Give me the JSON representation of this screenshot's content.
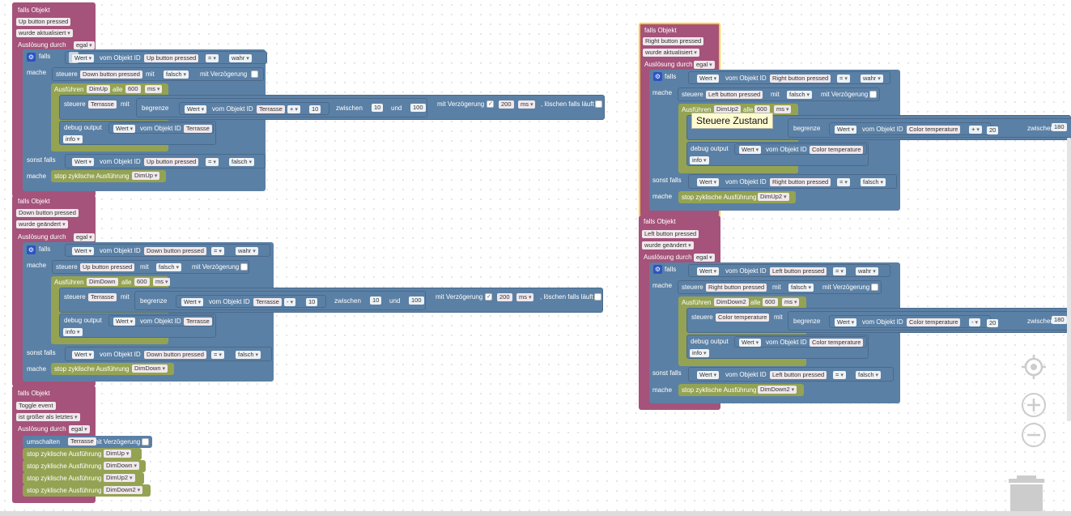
{
  "b1": {
    "title": "falls Objekt",
    "obj": "Up button pressed",
    "mode": "wurde aktualisiert",
    "trig_label": "Auslösung durch",
    "trig": "egal",
    "if_label": "falls",
    "if_wert": "Wert",
    "if_vom": "vom Objekt ID",
    "if_obj": "Up button pressed",
    "if_op": "=",
    "if_val": "wahr",
    "do_label": "mache",
    "steuere": "steuere",
    "st_obj": "Down button pressed",
    "mit": "mit",
    "st_val": "falsch",
    "mit_verz": "mit Verzögerung",
    "ausf": "Ausführen",
    "ausf_name": "DimUp",
    "alle": "alle",
    "ausf_ms": "600",
    "ms": "ms",
    "st2_obj": "Terrasse",
    "begrenze": "begrenze",
    "b_wert": "Wert",
    "b_vom": "vom Objekt ID",
    "b_obj": "Terrasse",
    "b_op": "+",
    "b_num": "10",
    "zwischen": "zwischen",
    "z1": "10",
    "und": "und",
    "z2": "100",
    "mv": "mit Verzögerung",
    "mv_ms": "200",
    "mv_unit": "ms",
    "loeschen": ", löschen falls läuft",
    "debug": "debug output",
    "d_wert": "Wert",
    "d_vom": "vom Objekt ID",
    "d_obj": "Terrasse",
    "d_lvl": "info",
    "else_label": "sonst falls",
    "e_wert": "Wert",
    "e_vom": "vom Objekt ID",
    "e_obj": "Up button pressed",
    "e_op": "=",
    "e_val": "falsch",
    "e_do": "mache",
    "stop": "stop zyklische Ausführung",
    "stop_name": "DimUp"
  },
  "b2": {
    "title": "falls Objekt",
    "obj": "Down button pressed",
    "mode": "wurde geändert",
    "trig_label": "Auslösung durch",
    "trig": "egal",
    "if_label": "falls",
    "if_wert": "Wert",
    "if_vom": "vom Objekt ID",
    "if_obj": "Down button pressed",
    "if_op": "=",
    "if_val": "wahr",
    "do_label": "mache",
    "steuere": "steuere",
    "st_obj": "Up button pressed",
    "mit": "mit",
    "st_val": "falsch",
    "mit_verz": "mit Verzögerung",
    "ausf": "Ausführen",
    "ausf_name": "DimDown",
    "alle": "alle",
    "ausf_ms": "600",
    "ms": "ms",
    "st2_obj": "Terrasse",
    "begrenze": "begrenze",
    "b_wert": "Wert",
    "b_vom": "vom Objekt ID",
    "b_obj": "Terrasse",
    "b_op": "-",
    "b_num": "10",
    "zwischen": "zwischen",
    "z1": "10",
    "und": "und",
    "z2": "100",
    "mv": "mit Verzögerung",
    "mv_ms": "200",
    "mv_unit": "ms",
    "loeschen": ", löschen falls läuft",
    "debug": "debug output",
    "d_wert": "Wert",
    "d_vom": "vom Objekt ID",
    "d_obj": "Terrasse",
    "d_lvl": "info",
    "else_label": "sonst falls",
    "e_wert": "Wert",
    "e_vom": "vom Objekt ID",
    "e_obj": "Down button pressed",
    "e_op": "=",
    "e_val": "falsch",
    "e_do": "mache",
    "stop": "stop zyklische Ausführung",
    "stop_name": "DimDown"
  },
  "b3": {
    "title": "falls Objekt",
    "obj": "Toggle event",
    "mode": "ist größer als letztes",
    "trig_label": "Auslösung durch",
    "trig": "egal",
    "umschalten": "umschalten",
    "u_obj": "Terrasse",
    "u_mv": "mit Verzögerung",
    "stops": [
      {
        "label": "stop zyklische Ausführung",
        "name": "DimUp"
      },
      {
        "label": "stop zyklische Ausführung",
        "name": "DimDown"
      },
      {
        "label": "stop zyklische Ausführung",
        "name": "DimUp2"
      },
      {
        "label": "stop zyklische Ausführung",
        "name": "DimDown2"
      }
    ]
  },
  "b4": {
    "title": "falls Objekt",
    "obj": "Right button pressed",
    "mode": "wurde aktualisiert",
    "trig_label": "Auslösung durch",
    "trig": "egal",
    "if_label": "falls",
    "if_wert": "Wert",
    "if_vom": "vom Objekt ID",
    "if_obj": "Right button pressed",
    "if_op": "=",
    "if_val": "wahr",
    "do_label": "mache",
    "steuere": "steuere",
    "st_obj": "Left button pressed",
    "mit": "mit",
    "st_val": "falsch",
    "mit_verz": "mit Verzögerung",
    "ausf": "Ausführen",
    "ausf_name": "DimUp2",
    "alle": "alle",
    "ausf_ms": "600",
    "ms": "ms",
    "begrenze": "begrenze",
    "b_wert": "Wert",
    "b_vom": "vom Objekt ID",
    "b_obj": "Color temperature",
    "b_op": "+",
    "b_num": "20",
    "zwischen": "zwischen",
    "z1": "180",
    "debug": "debug output",
    "d_wert": "Wert",
    "d_vom": "vom Objekt ID",
    "d_obj": "Color temperature",
    "d_lvl": "info",
    "else_label": "sonst falls",
    "e_wert": "Wert",
    "e_vom": "vom Objekt ID",
    "e_obj": "Right button pressed",
    "e_op": "=",
    "e_val": "falsch",
    "e_do": "mache",
    "stop": "stop zyklische Ausführung",
    "stop_name": "DimUp2",
    "tooltip": "Steuere Zustand"
  },
  "b5": {
    "title": "falls Objekt",
    "obj": "Left button pressed",
    "mode": "wurde geändert",
    "trig_label": "Auslösung durch",
    "trig": "egal",
    "if_label": "falls",
    "if_wert": "Wert",
    "if_vom": "vom Objekt ID",
    "if_obj": "Left button pressed",
    "if_op": "=",
    "if_val": "wahr",
    "do_label": "mache",
    "steuere": "steuere",
    "st_obj": "Right button pressed",
    "mit": "mit",
    "st_val": "falsch",
    "mit_verz": "mit Verzögerung",
    "ausf": "Ausführen",
    "ausf_name": "DimDown2",
    "alle": "alle",
    "ausf_ms": "600",
    "ms": "ms",
    "st2_obj": "Color temperature",
    "begrenze": "begrenze",
    "b_wert": "Wert",
    "b_vom": "vom Objekt ID",
    "b_obj": "Color temperature",
    "b_op": "-",
    "b_num": "20",
    "zwischen": "zwischen",
    "z1": "180",
    "debug": "debug output",
    "d_wert": "Wert",
    "d_vom": "vom Objekt ID",
    "d_obj": "Color temperature",
    "d_lvl": "info",
    "else_label": "sonst falls",
    "e_wert": "Wert",
    "e_vom": "vom Objekt ID",
    "e_obj": "Left button pressed",
    "e_op": "=",
    "e_val": "falsch",
    "e_do": "mache",
    "stop": "stop zyklische Ausführung",
    "stop_name": "DimDown2"
  },
  "controls": {
    "center_icon": "crosshair-icon",
    "zoom_in_icon": "plus-icon",
    "zoom_out_icon": "minus-icon",
    "trash_icon": "trash-icon"
  },
  "colors": {
    "event": "#a5537a",
    "control": "#5b80a5",
    "action": "#94a353",
    "selected": "#fc3"
  }
}
